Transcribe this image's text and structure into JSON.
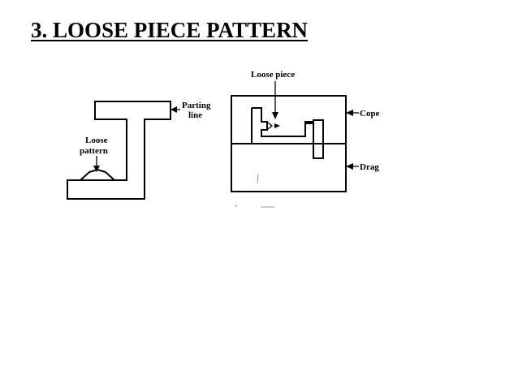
{
  "slide": {
    "title": "3. LOOSE PIECE PATTERN"
  },
  "left_figure": {
    "parting_line_label_line1": "Parting",
    "parting_line_label_line2": "line",
    "loose_pattern_label_line1": "Loose",
    "loose_pattern_label_line2": "pattern"
  },
  "right_figure": {
    "loose_piece_label": "Loose piece",
    "cope_label": "Cope",
    "drag_label": "Drag"
  }
}
